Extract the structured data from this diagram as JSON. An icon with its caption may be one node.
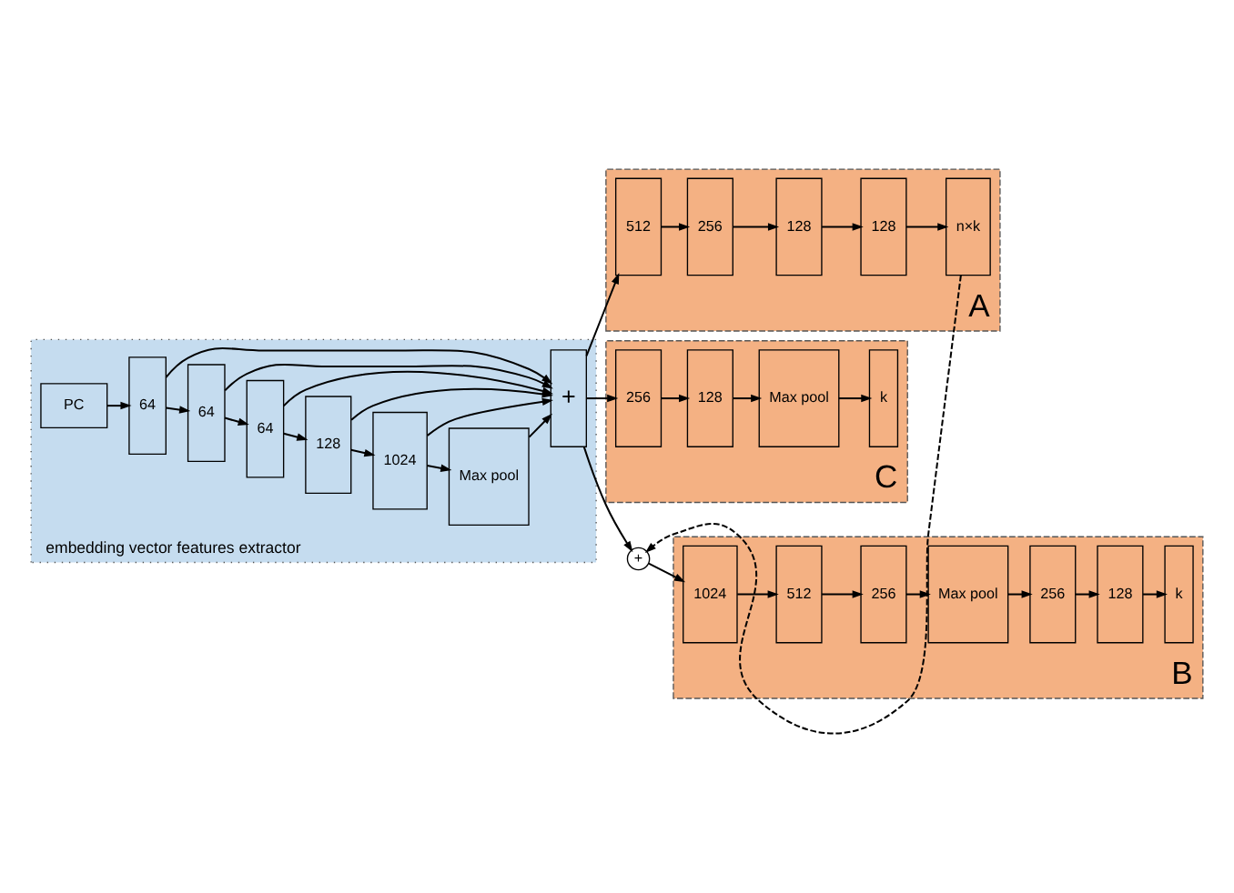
{
  "diagram": {
    "nodes": [
      {
        "text": [
          "embedding vector features extractor"
        ]
      },
      {
        "text": [
          "PC"
        ],
        "in": 0
      },
      {
        "text": [
          "64"
        ],
        "in": 0
      },
      {
        "text": [
          "64"
        ],
        "in": 0
      },
      {
        "text": [
          "64"
        ],
        "in": 0
      },
      {
        "text": [
          "128"
        ],
        "in": 0
      },
      {
        "text": [
          "1024"
        ],
        "in": 0
      },
      {
        "text": [
          "Max pool"
        ],
        "in": 0
      },
      {
        "text": [
          "+"
        ],
        "in": 0
      },
      {
        "text": [],
        "shape": "box",
        "beside": [
          "A"
        ]
      },
      {
        "text": [
          "512"
        ],
        "in": 9
      },
      {
        "text": [
          "256"
        ],
        "in": 9
      },
      {
        "text": [
          "128"
        ],
        "in": 9
      },
      {
        "text": [
          "128"
        ],
        "in": 9
      },
      {
        "text": [
          "n×k"
        ],
        "in": 9
      },
      {
        "text": [
          "+"
        ]
      },
      {
        "text": [],
        "shape": "box",
        "beside": [
          "B"
        ]
      },
      {
        "text": [
          "1024"
        ],
        "in": 16
      },
      {
        "text": [
          "512"
        ],
        "in": 16
      },
      {
        "text": [
          "256"
        ],
        "in": 16
      },
      {
        "text": [
          "Max pool"
        ],
        "in": 16
      },
      {
        "text": [
          "256"
        ],
        "in": 16
      },
      {
        "text": [
          "128"
        ],
        "in": 16
      },
      {
        "text": [
          "k"
        ],
        "in": 16
      },
      {
        "text": [],
        "shape": "box",
        "beside": [
          "C"
        ]
      },
      {
        "text": [
          "256"
        ],
        "in": 24
      },
      {
        "text": [
          "128"
        ],
        "in": 24
      },
      {
        "text": [
          "Max pool"
        ],
        "in": 24
      },
      {
        "text": [
          "k"
        ],
        "in": 24
      }
    ],
    "edges": [
      {
        "from": 1,
        "to": 2,
        "arrow": "to"
      },
      {
        "from": 2,
        "to": 3,
        "arrow": "to"
      },
      {
        "from": 3,
        "to": 4,
        "arrow": "to"
      },
      {
        "from": 4,
        "to": 5,
        "arrow": "to"
      },
      {
        "from": 5,
        "to": 6,
        "arrow": "to"
      },
      {
        "from": 6,
        "to": 7,
        "arrow": "to"
      },
      {
        "from": 5,
        "to": 8,
        "arrow": "to"
      },
      {
        "from": 6,
        "to": 8,
        "arrow": "to"
      },
      {
        "from": 7,
        "to": 8,
        "arrow": "to"
      },
      {
        "from": 2,
        "to": 8,
        "arrow": "to"
      },
      {
        "from": 3,
        "to": 8,
        "arrow": "to"
      },
      {
        "from": 4,
        "to": 8,
        "arrow": "to"
      },
      {
        "from": 8,
        "to": 10,
        "arrow": "to"
      },
      {
        "from": 10,
        "to": 11,
        "arrow": "to"
      },
      {
        "from": 11,
        "to": 12,
        "arrow": "to"
      },
      {
        "from": 12,
        "to": 13,
        "arrow": "to"
      },
      {
        "from": 13,
        "to": 14,
        "arrow": "to"
      },
      {
        "from": 8,
        "to": 15,
        "arrow": "to"
      },
      {
        "from": 14,
        "to": 15,
        "arrow": "to",
        "style": "dashed"
      },
      {
        "from": 15,
        "to": 17,
        "arrow": "to"
      },
      {
        "from": 17,
        "to": 18,
        "arrow": "to"
      },
      {
        "from": 18,
        "to": 19,
        "arrow": "to"
      },
      {
        "from": 19,
        "to": 20,
        "arrow": "to"
      },
      {
        "from": 20,
        "to": 21,
        "arrow": "to"
      },
      {
        "from": 21,
        "to": 22,
        "arrow": "to"
      },
      {
        "from": 22,
        "to": 23,
        "arrow": "to"
      },
      {
        "from": 8,
        "to": 25,
        "arrow": "to"
      },
      {
        "from": 25,
        "to": 26,
        "arrow": "to"
      },
      {
        "from": 26,
        "to": 27,
        "arrow": "to"
      },
      {
        "from": 27,
        "to": 28,
        "arrow": "to"
      }
    ]
  }
}
